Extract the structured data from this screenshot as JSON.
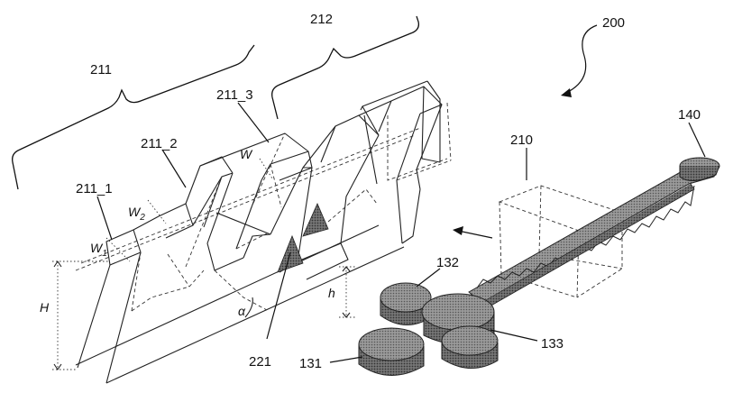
{
  "labels": {
    "assembly": "200",
    "group_211": "211",
    "group_212": "212",
    "wall_211_1": "211_1",
    "wall_211_2": "211_2",
    "wall_211_3": "211_3",
    "box_210": "210",
    "arm_140": "140",
    "part_132": "132",
    "part_133": "133",
    "part_131": "131",
    "part_221": "221"
  },
  "dimensions": {
    "height_large": "H",
    "height_small": "h",
    "width_w": "W",
    "width_w1": "W",
    "width_w1_sub": "1",
    "width_w2": "W",
    "width_w2_sub": "2",
    "angle": "α"
  },
  "colors": {
    "line": "#222222",
    "shading": "#8a8a8a",
    "shading_dark": "#5f5f5f",
    "background": "#ffffff"
  }
}
